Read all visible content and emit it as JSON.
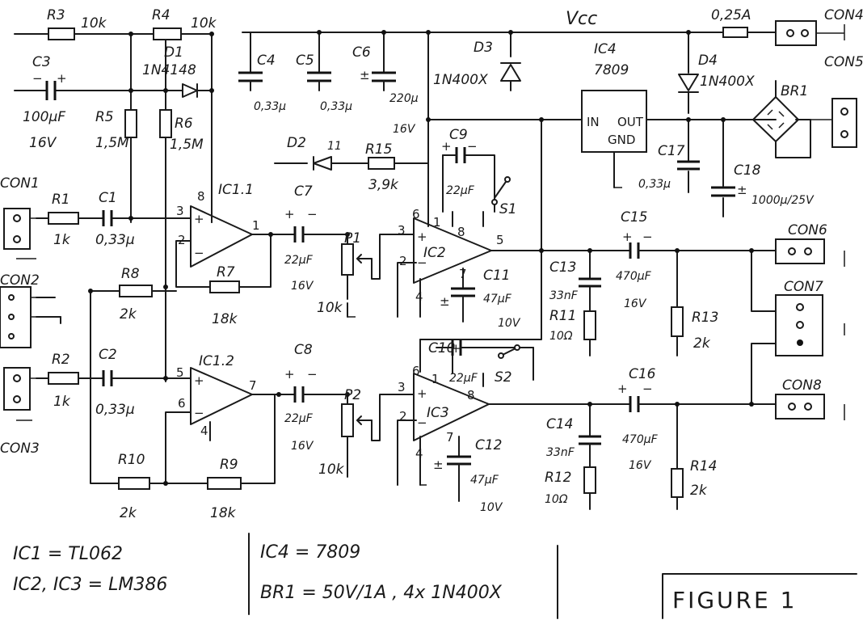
{
  "supply": {
    "vcc": "Vcc",
    "fuse_value": "0,25A"
  },
  "connectors": {
    "con1": "CON1",
    "con2": "CON2",
    "con3": "CON3",
    "con4": "CON4",
    "con5": "CON5",
    "con6": "CON6",
    "con7": "CON7",
    "con8": "CON8"
  },
  "resistors": {
    "r1": {
      "ref": "R1",
      "value": "1k"
    },
    "r2": {
      "ref": "R2",
      "value": "1k"
    },
    "r3": {
      "ref": "R3",
      "value": "10k"
    },
    "r4": {
      "ref": "R4",
      "value": "10k"
    },
    "r5": {
      "ref": "R5",
      "value": "1,5M"
    },
    "r6": {
      "ref": "R6",
      "value": "1,5M"
    },
    "r7": {
      "ref": "R7",
      "value": "18k"
    },
    "r8": {
      "ref": "R8",
      "value": "2k"
    },
    "r9": {
      "ref": "R9",
      "value": "18k"
    },
    "r10": {
      "ref": "R10",
      "value": "2k"
    },
    "r11": {
      "ref": "R11",
      "value": "10Ω"
    },
    "r12": {
      "ref": "R12",
      "value": "10Ω"
    },
    "r13": {
      "ref": "R13",
      "value": "2k"
    },
    "r14": {
      "ref": "R14",
      "value": "2k"
    },
    "r15": {
      "ref": "R15",
      "value": "3,9k"
    }
  },
  "capacitors": {
    "c1": {
      "ref": "C1",
      "value": "0,33μ"
    },
    "c2": {
      "ref": "C2",
      "value": "0,33μ"
    },
    "c3": {
      "ref": "C3",
      "value": "100μF",
      "voltage": "16V"
    },
    "c4": {
      "ref": "C4",
      "value": "0,33μ"
    },
    "c5": {
      "ref": "C5",
      "value": "0,33μ"
    },
    "c6": {
      "ref": "C6",
      "value": "220μ",
      "voltage": "16V"
    },
    "c7": {
      "ref": "C7",
      "value": "22μF",
      "voltage": "16V"
    },
    "c8": {
      "ref": "C8",
      "value": "22μF",
      "voltage": "16V"
    },
    "c9": {
      "ref": "C9",
      "value": "22μF"
    },
    "c10": {
      "ref": "C10",
      "value": "22μF"
    },
    "c11": {
      "ref": "C11",
      "value": "47μF",
      "voltage": "10V"
    },
    "c12": {
      "ref": "C12",
      "value": "47μF",
      "voltage": "10V"
    },
    "c13": {
      "ref": "C13",
      "value": "33nF"
    },
    "c14": {
      "ref": "C14",
      "value": "33nF"
    },
    "c15": {
      "ref": "C15",
      "value": "470μF",
      "voltage": "16V"
    },
    "c16": {
      "ref": "C16",
      "value": "470μF",
      "voltage": "16V"
    },
    "c17": {
      "ref": "C17",
      "value": "0,33μ"
    },
    "c18": {
      "ref": "C18",
      "value": "1000μ/25V"
    }
  },
  "diodes": {
    "d1": {
      "ref": "D1",
      "value": "1N4148"
    },
    "d2": {
      "ref": "D2"
    },
    "d3": {
      "ref": "D3",
      "value": "1N400X"
    },
    "d4": {
      "ref": "D4",
      "value": "1N400X"
    }
  },
  "pots": {
    "p1": {
      "ref": "P1",
      "value": "10k"
    },
    "p2": {
      "ref": "P2",
      "value": "10k"
    }
  },
  "switches": {
    "s1": "S1",
    "s2": "S2"
  },
  "ics": {
    "ic11": "IC1.1",
    "ic12": "IC1.2",
    "ic2": "IC2",
    "ic3": "IC3",
    "ic4": "IC4",
    "ic4_part": "7809",
    "ic4_in": "IN",
    "ic4_out": "OUT",
    "ic4_gnd": "GND"
  },
  "bridge": {
    "ref": "BR1"
  },
  "pins": {
    "ic11_p3": "3",
    "ic11_p2": "2",
    "ic11_p8": "8",
    "ic11_p1": "1",
    "ic12_p5": "5",
    "ic12_p6": "6",
    "ic12_p4": "4",
    "ic12_p7": "7",
    "ic2_p3": "3",
    "ic2_p2": "2",
    "ic2_p6": "6",
    "ic2_p1": "1",
    "ic2_p8": "8",
    "ic2_p7": "7",
    "ic2_p4": "4",
    "ic2_p5": "5",
    "ic3_p3": "3",
    "ic3_p2": "2",
    "ic3_p6": "6",
    "ic3_p1": "1",
    "ic3_p8": "8",
    "ic3_p7": "7",
    "ic3_p4": "4"
  },
  "notes": {
    "ic1": "IC1 = TL062",
    "ic23": "IC2, IC3 = LM386",
    "ic4": "IC4 = 7809",
    "br1": "BR1 = 50V/1A , 4x 1N400X"
  },
  "figure_label": "FIGURE 1"
}
